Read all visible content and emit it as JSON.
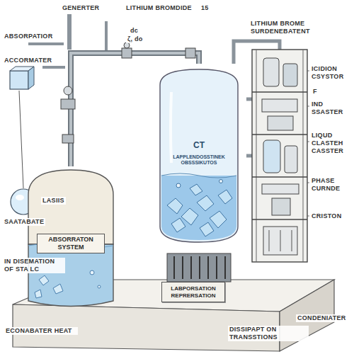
{
  "diagram": {
    "nodes": [
      {
        "text": [
          "ABSORRATON SYSTEM"
        ]
      },
      {
        "text": [
          "CT",
          "LAPPLENDOSSTINEK OBSSSIKUTOS"
        ]
      },
      {
        "text": [
          "LABPORSATION REPRERSATION"
        ]
      }
    ],
    "edges": [
      {
        "from": 0,
        "to": 1,
        "arrow": "none"
      }
    ],
    "labels": [
      "GENERTER",
      "LITHIUM BROMDIDE",
      "15",
      "ABSORPATIOR",
      "ACCORMATER",
      "dc",
      "ζ, do",
      "LITHIUM BROME SURDENEBATENT",
      "ICIDION CSYSTOR",
      "IND SSASTER",
      "LIQUD CLASTEH CASSTER",
      "PHASE CURNDE",
      "CRISTON",
      "LASIIS",
      "SAATABATE",
      "IN DISEMATION OF STA LC",
      "ECONABATER HEAT",
      "DISSIPAPT ON TRANSSTIONS",
      "CONDENIATER",
      "F"
    ]
  }
}
